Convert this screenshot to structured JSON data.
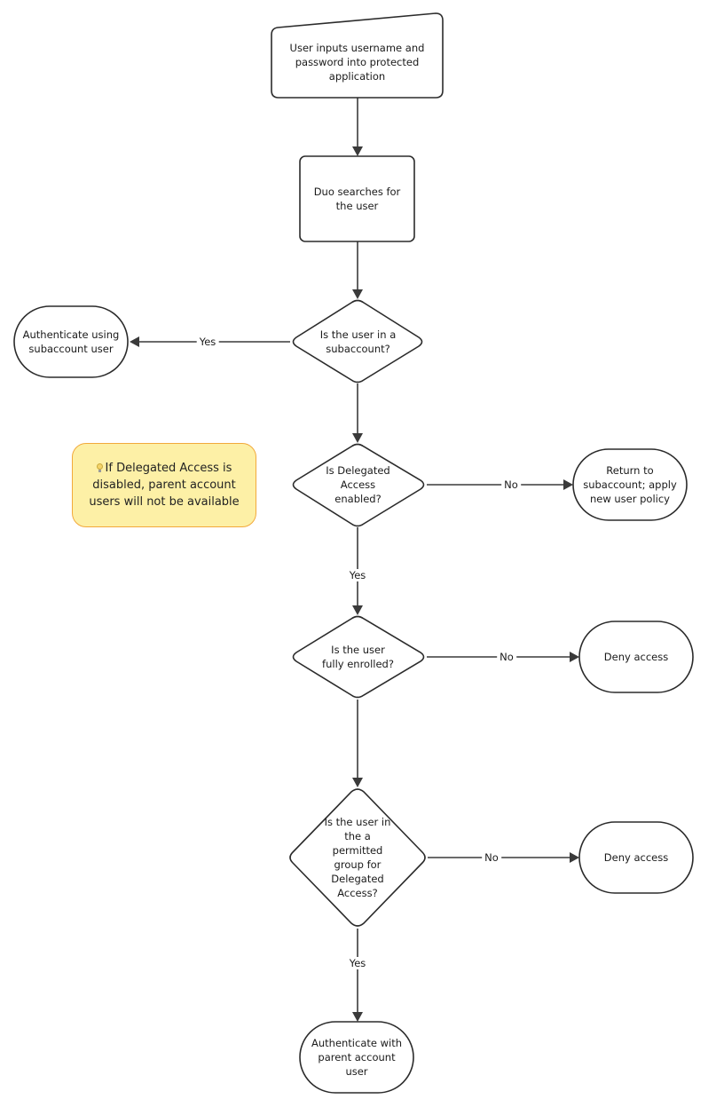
{
  "nodes": {
    "start": "User inputs username and\npassword into protected\napplication",
    "search": "Duo searches for\nthe user",
    "q_subaccount": "Is the user in a\nsubaccount?",
    "auth_subaccount": "Authenticate using\nsubaccount user",
    "q_delegated": "Is Delegated\nAccess\nenabled?",
    "return_subaccount": "Return to\nsubaccount; apply\nnew user policy",
    "q_enrolled": "Is the user\nfully enrolled?",
    "deny_1": "Deny access",
    "q_group": "Is the user in\nthe a\npermitted\ngroup for\nDelegated\nAccess?",
    "deny_2": "Deny access",
    "auth_parent": "Authenticate with\nparent account\nuser"
  },
  "edges": {
    "subaccount_yes": "Yes",
    "delegated_no": "No",
    "delegated_yes": "Yes",
    "enrolled_no": "No",
    "group_no": "No",
    "group_yes": "Yes"
  },
  "note": {
    "text": "If Delegated Access is disabled, parent account users will not be available",
    "icon": "lightbulb-icon",
    "fill_color": "#fdf0a6",
    "border_color": "#f2a93b"
  }
}
